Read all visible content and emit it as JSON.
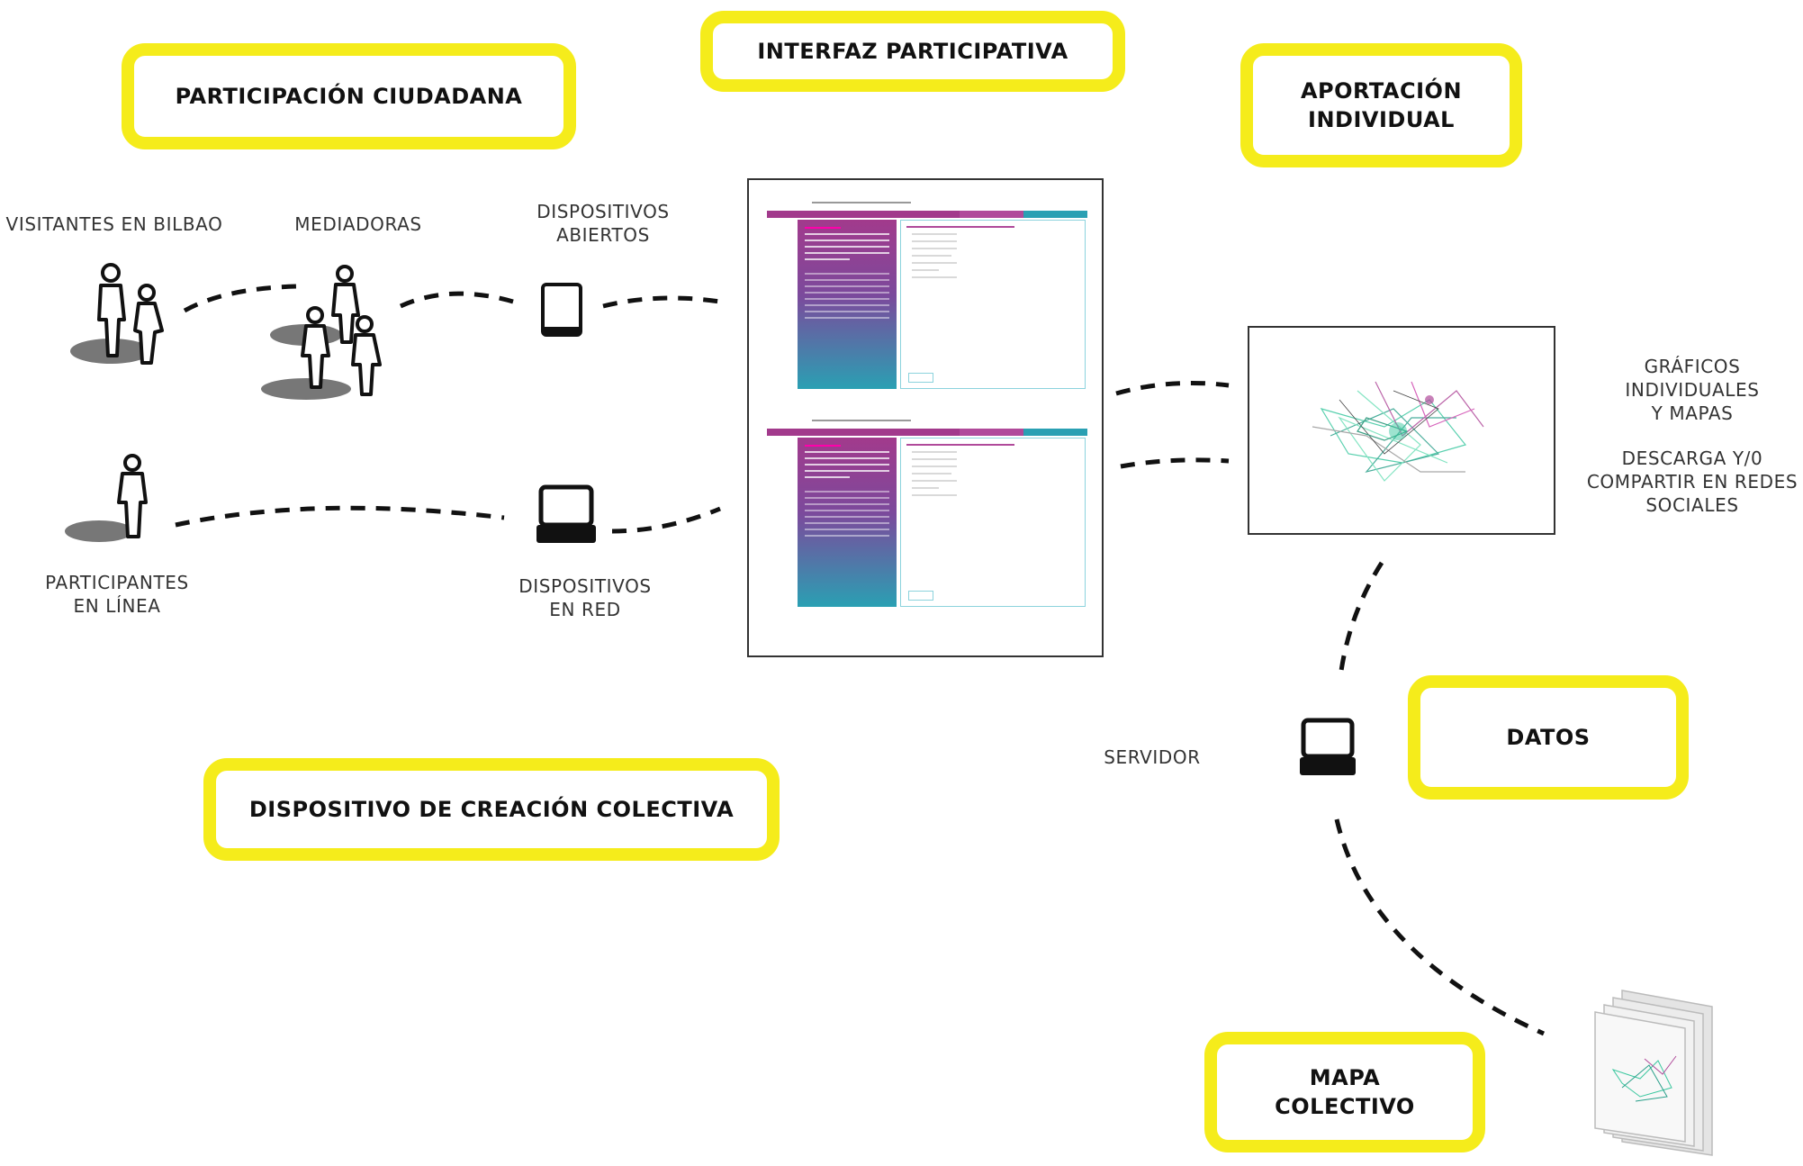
{
  "boxes": {
    "participacion": "PARTICIPACIÓN CIUDADANA",
    "interfaz": "INTERFAZ PARTICIPATIVA",
    "aportacion": "APORTACIÓN\nINDIVIDUAL",
    "datos": "DATOS",
    "dispositivo": "DISPOSITIVO DE CREACIÓN COLECTIVA",
    "mapa": "MAPA\nCOLECTIVO"
  },
  "labels": {
    "visitantes": "VISITANTES EN BILBAO",
    "mediadoras": "MEDIADORAS",
    "abiertos": "DISPOSITIVOS\nABIERTOS",
    "participantes": "PARTICIPANTES\nEN LÍNEA",
    "red": "DISPOSITIVOS\nEN RED",
    "graficos": "GRÁFICOS\nINDIVIDUALES\nY MAPAS",
    "descarga": "DESCARGA Y/0\nCOMPARTIR EN REDES\nSOCIALES",
    "servidor": "SERVIDOR"
  },
  "colors": {
    "highlight": "#f5ec1b",
    "magenta": "#a23a8c",
    "teal": "#2aa0b3",
    "network_green": "#3cc8a0"
  },
  "icons": [
    "person-icon",
    "tablet-icon",
    "laptop-icon",
    "network-graph-icon",
    "stacked-maps-icon"
  ]
}
